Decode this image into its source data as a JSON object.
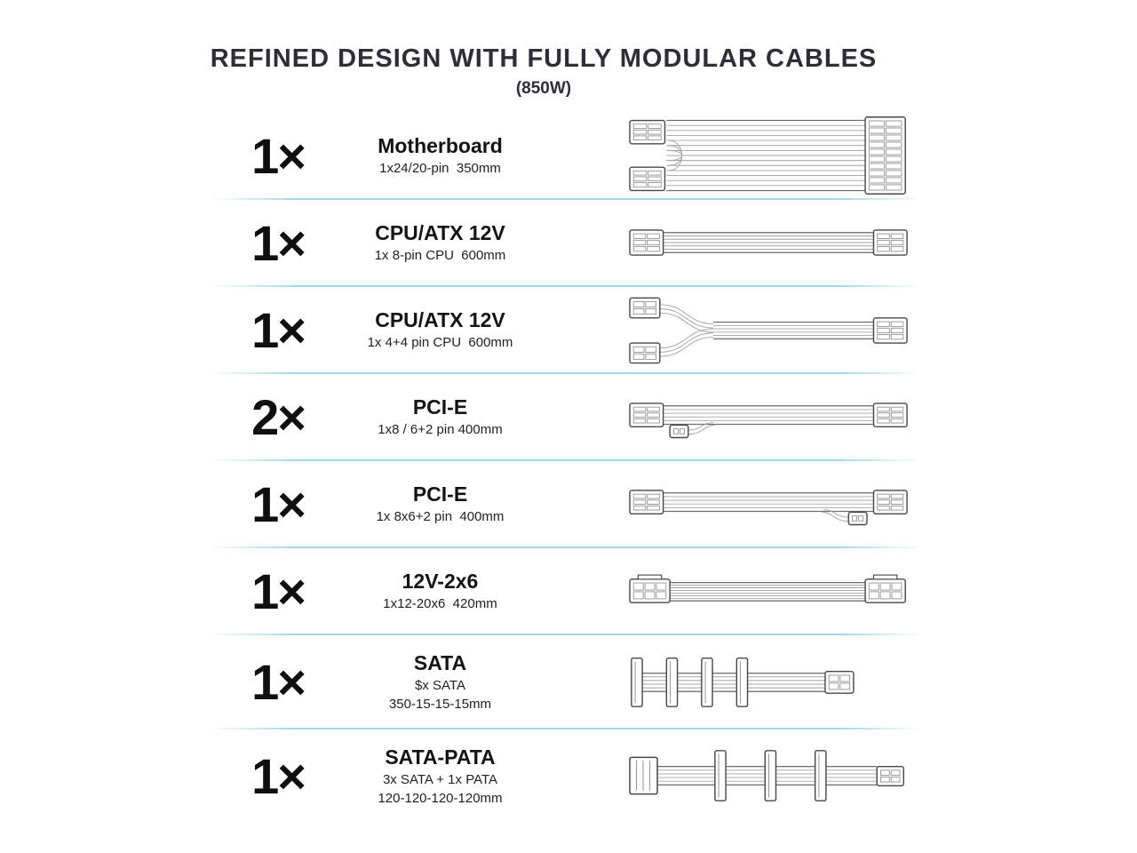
{
  "title": "REFINED DESIGN WITH FULLY MODULAR CABLES",
  "subtitle": "(850W)",
  "rows": [
    {
      "qty": "1×",
      "name": "Motherboard",
      "spec1": "1x24/20-pin  350mm",
      "icon": "motherboard-cable"
    },
    {
      "qty": "1×",
      "name": "CPU/ATX 12V",
      "spec1": "1x 8-pin CPU  600mm",
      "icon": "cpu-8pin-cable"
    },
    {
      "qty": "1×",
      "name": "CPU/ATX 12V",
      "spec1": "1x 4+4 pin CPU  600mm",
      "icon": "cpu-4plus4-cable"
    },
    {
      "qty": "2×",
      "name": "PCI-E",
      "spec1": "1x8 / 6+2 pin 400mm",
      "icon": "pcie-6plus2-cable"
    },
    {
      "qty": "1×",
      "name": "PCI-E",
      "spec1": "1x 8x6+2 pin  400mm",
      "icon": "pcie-8x6plus2-cable"
    },
    {
      "qty": "1×",
      "name": "12V-2x6",
      "spec1": "1x12-20x6  420mm",
      "icon": "12v-2x6-cable"
    },
    {
      "qty": "1×",
      "name": "SATA",
      "spec1": "$x SATA",
      "spec2": "350-15-15-15mm",
      "icon": "sata-cable"
    },
    {
      "qty": "1×",
      "name": "SATA-PATA",
      "spec1": "3x SATA + 1x PATA",
      "spec2": "120-120-120-120mm",
      "icon": "sata-pata-cable"
    }
  ]
}
